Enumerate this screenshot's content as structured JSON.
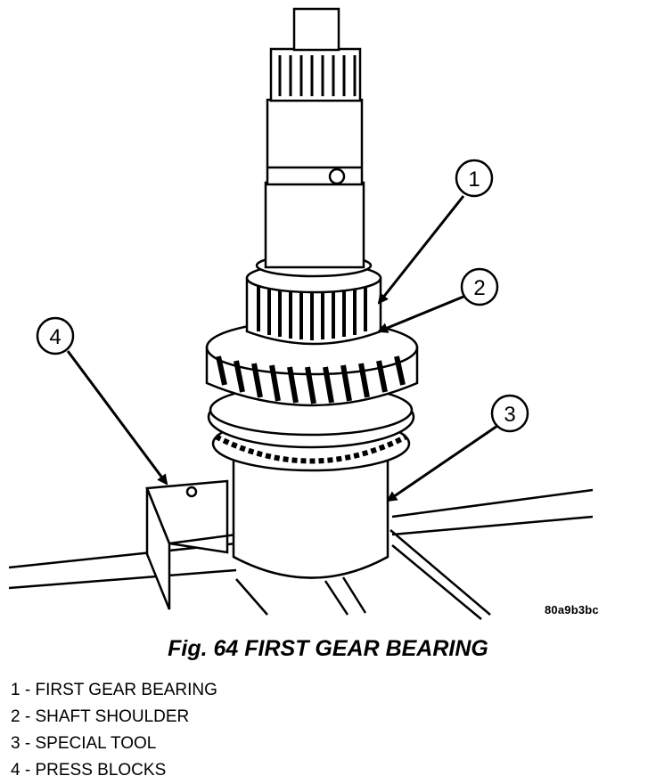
{
  "figure": {
    "ref_code": "80a9b3bc",
    "caption": "Fig. 64 FIRST GEAR BEARING"
  },
  "callouts": [
    {
      "number": "1",
      "label": "FIRST GEAR BEARING"
    },
    {
      "number": "2",
      "label": "SHAFT SHOULDER"
    },
    {
      "number": "3",
      "label": "SPECIAL TOOL"
    },
    {
      "number": "4",
      "label": "PRESS BLOCKS"
    }
  ],
  "legend": [
    {
      "number": "1",
      "separator": " - ",
      "label": "FIRST GEAR BEARING"
    },
    {
      "number": "2",
      "separator": " - ",
      "label": "SHAFT SHOULDER"
    },
    {
      "number": "3",
      "separator": " - ",
      "label": "SPECIAL TOOL"
    },
    {
      "number": "4",
      "separator": " - ",
      "label": "PRESS BLOCKS"
    }
  ],
  "colors": {
    "ink": "#000000",
    "paper": "#ffffff"
  }
}
